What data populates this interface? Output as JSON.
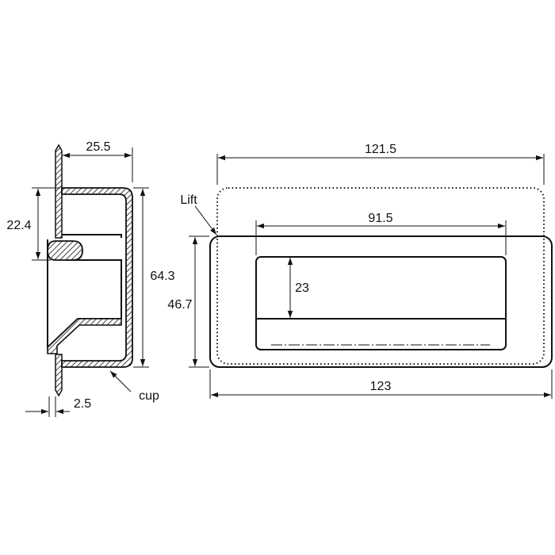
{
  "side_view": {
    "dim_top": "25.5",
    "dim_left": "22.4",
    "dim_right": "64.3",
    "dim_bottom": "2.5",
    "label_cup": "cup"
  },
  "front_view": {
    "dim_lift_width": "121.5",
    "label_lift": "Lift",
    "dim_inner_width": "91.5",
    "dim_height": "46.7",
    "dim_inner_height": "23",
    "dim_overall_width": "123"
  },
  "colors": {
    "line": "#111111",
    "background": "#ffffff"
  }
}
